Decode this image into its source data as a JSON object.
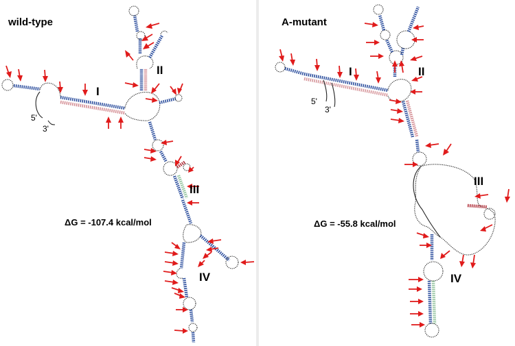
{
  "panels": [
    {
      "title": "wild-type",
      "delta_g": "ΔG = -107.4 kcal/mol",
      "labels": {
        "five": "5'",
        "three": "3'",
        "I": "I",
        "II": "II",
        "III": "III",
        "IV": "IV"
      }
    },
    {
      "title": "A-mutant",
      "delta_g": "ΔG = -55.8 kcal/mol",
      "labels": {
        "five": "5'",
        "three": "3'",
        "I": "I",
        "II": "II",
        "III": "III",
        "IV": "IV"
      }
    }
  ],
  "colors": {
    "arrow": "#e01b1b",
    "backbone": "#222222",
    "stem_primary": "#2d4f9e",
    "stem_secondary": "#b0303a"
  }
}
